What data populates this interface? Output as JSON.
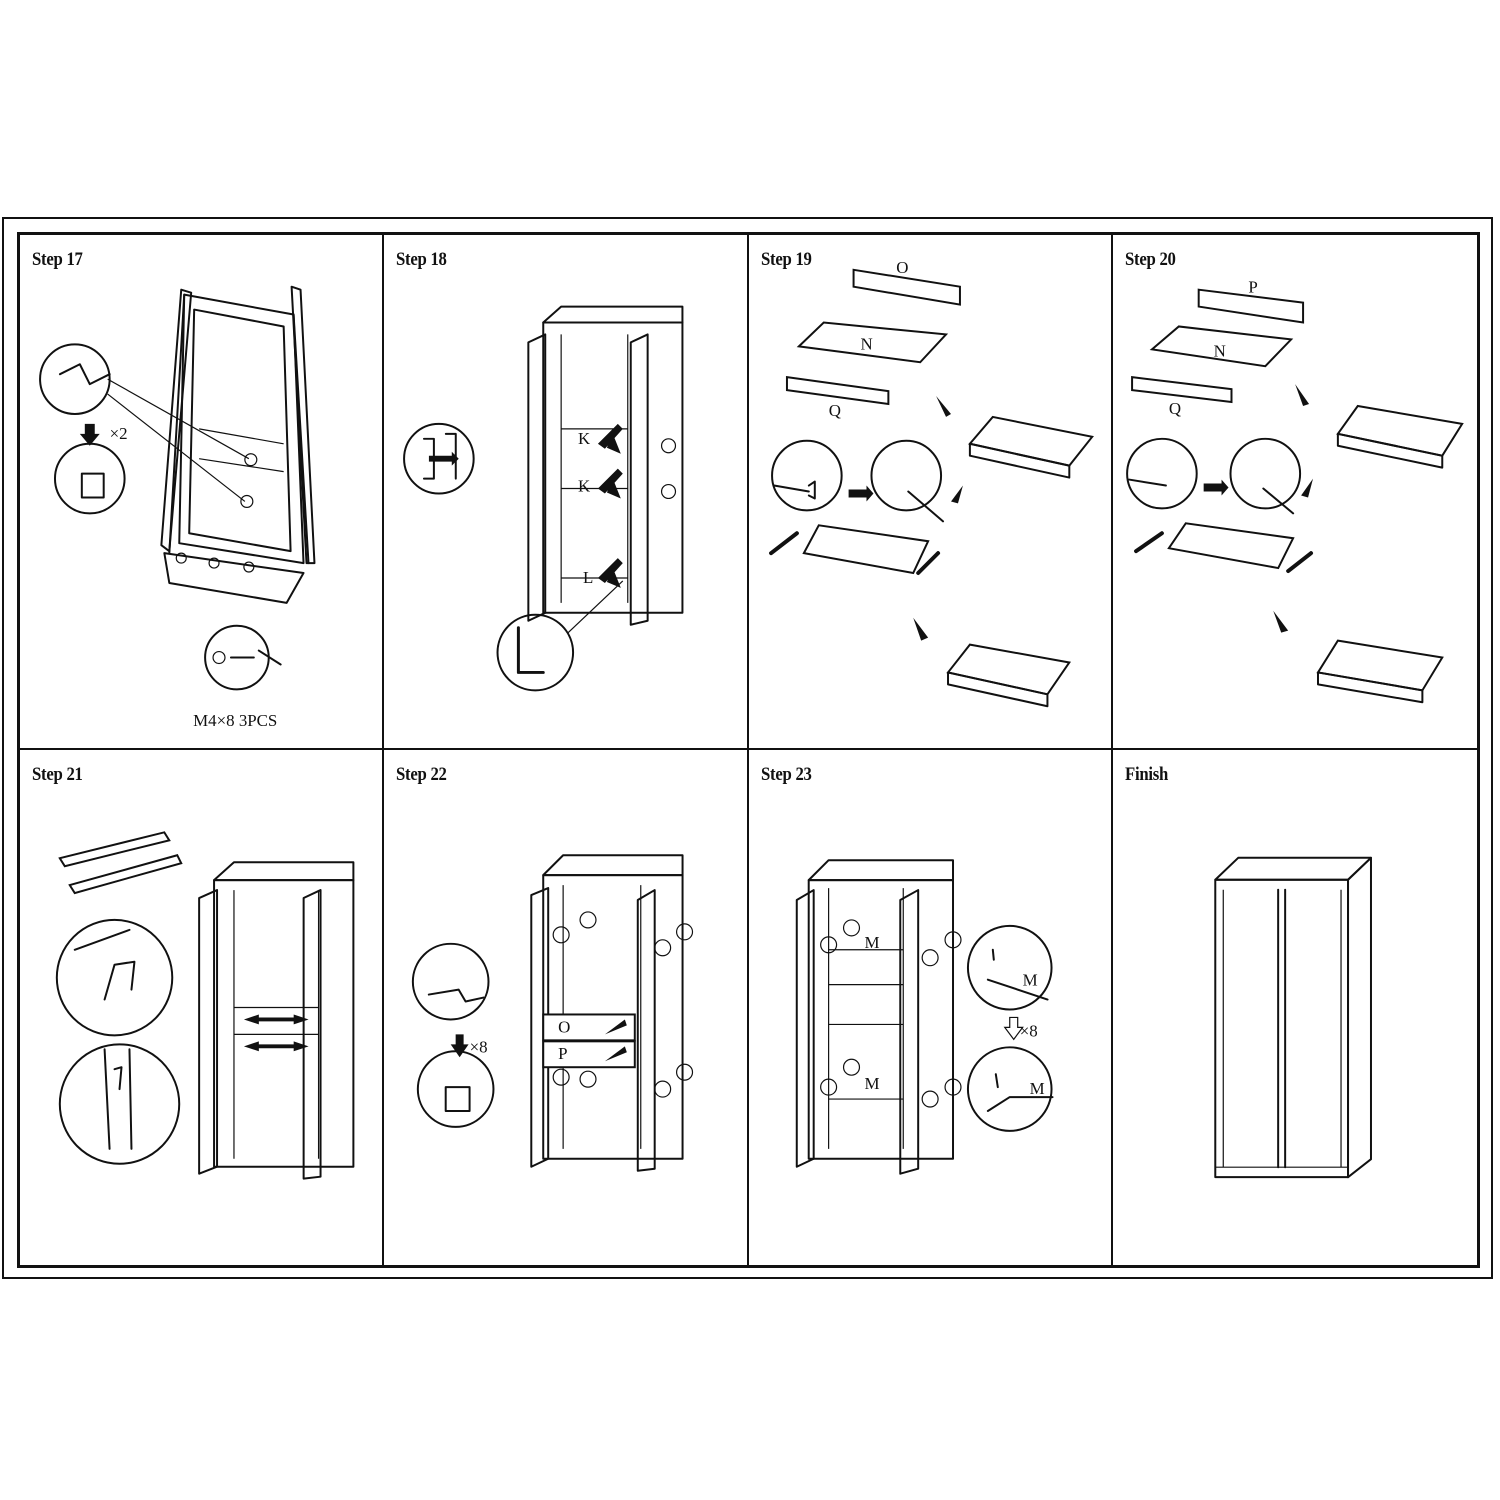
{
  "steps": [
    {
      "label": "Step 17",
      "callouts": {
        "qty": "×2",
        "screw_spec": "M4×8  3PCS"
      }
    },
    {
      "label": "Step 18",
      "callouts": {
        "part_k1": "K",
        "part_k2": "K",
        "part_l": "L"
      }
    },
    {
      "label": "Step 19",
      "callouts": {
        "part_o": "O",
        "part_n": "N",
        "part_q": "Q"
      }
    },
    {
      "label": "Step 20",
      "callouts": {
        "part_p": "P",
        "part_n": "N",
        "part_q": "Q"
      }
    },
    {
      "label": "Step 21",
      "callouts": {}
    },
    {
      "label": "Step 22",
      "callouts": {
        "qty": "×8",
        "part_o": "O",
        "part_p": "P"
      }
    },
    {
      "label": "Step 23",
      "callouts": {
        "part_m1": "M",
        "part_m2": "M",
        "qty": "×8",
        "part_m3": "M",
        "part_m4": "M"
      }
    },
    {
      "label": "Finish",
      "callouts": {}
    }
  ]
}
